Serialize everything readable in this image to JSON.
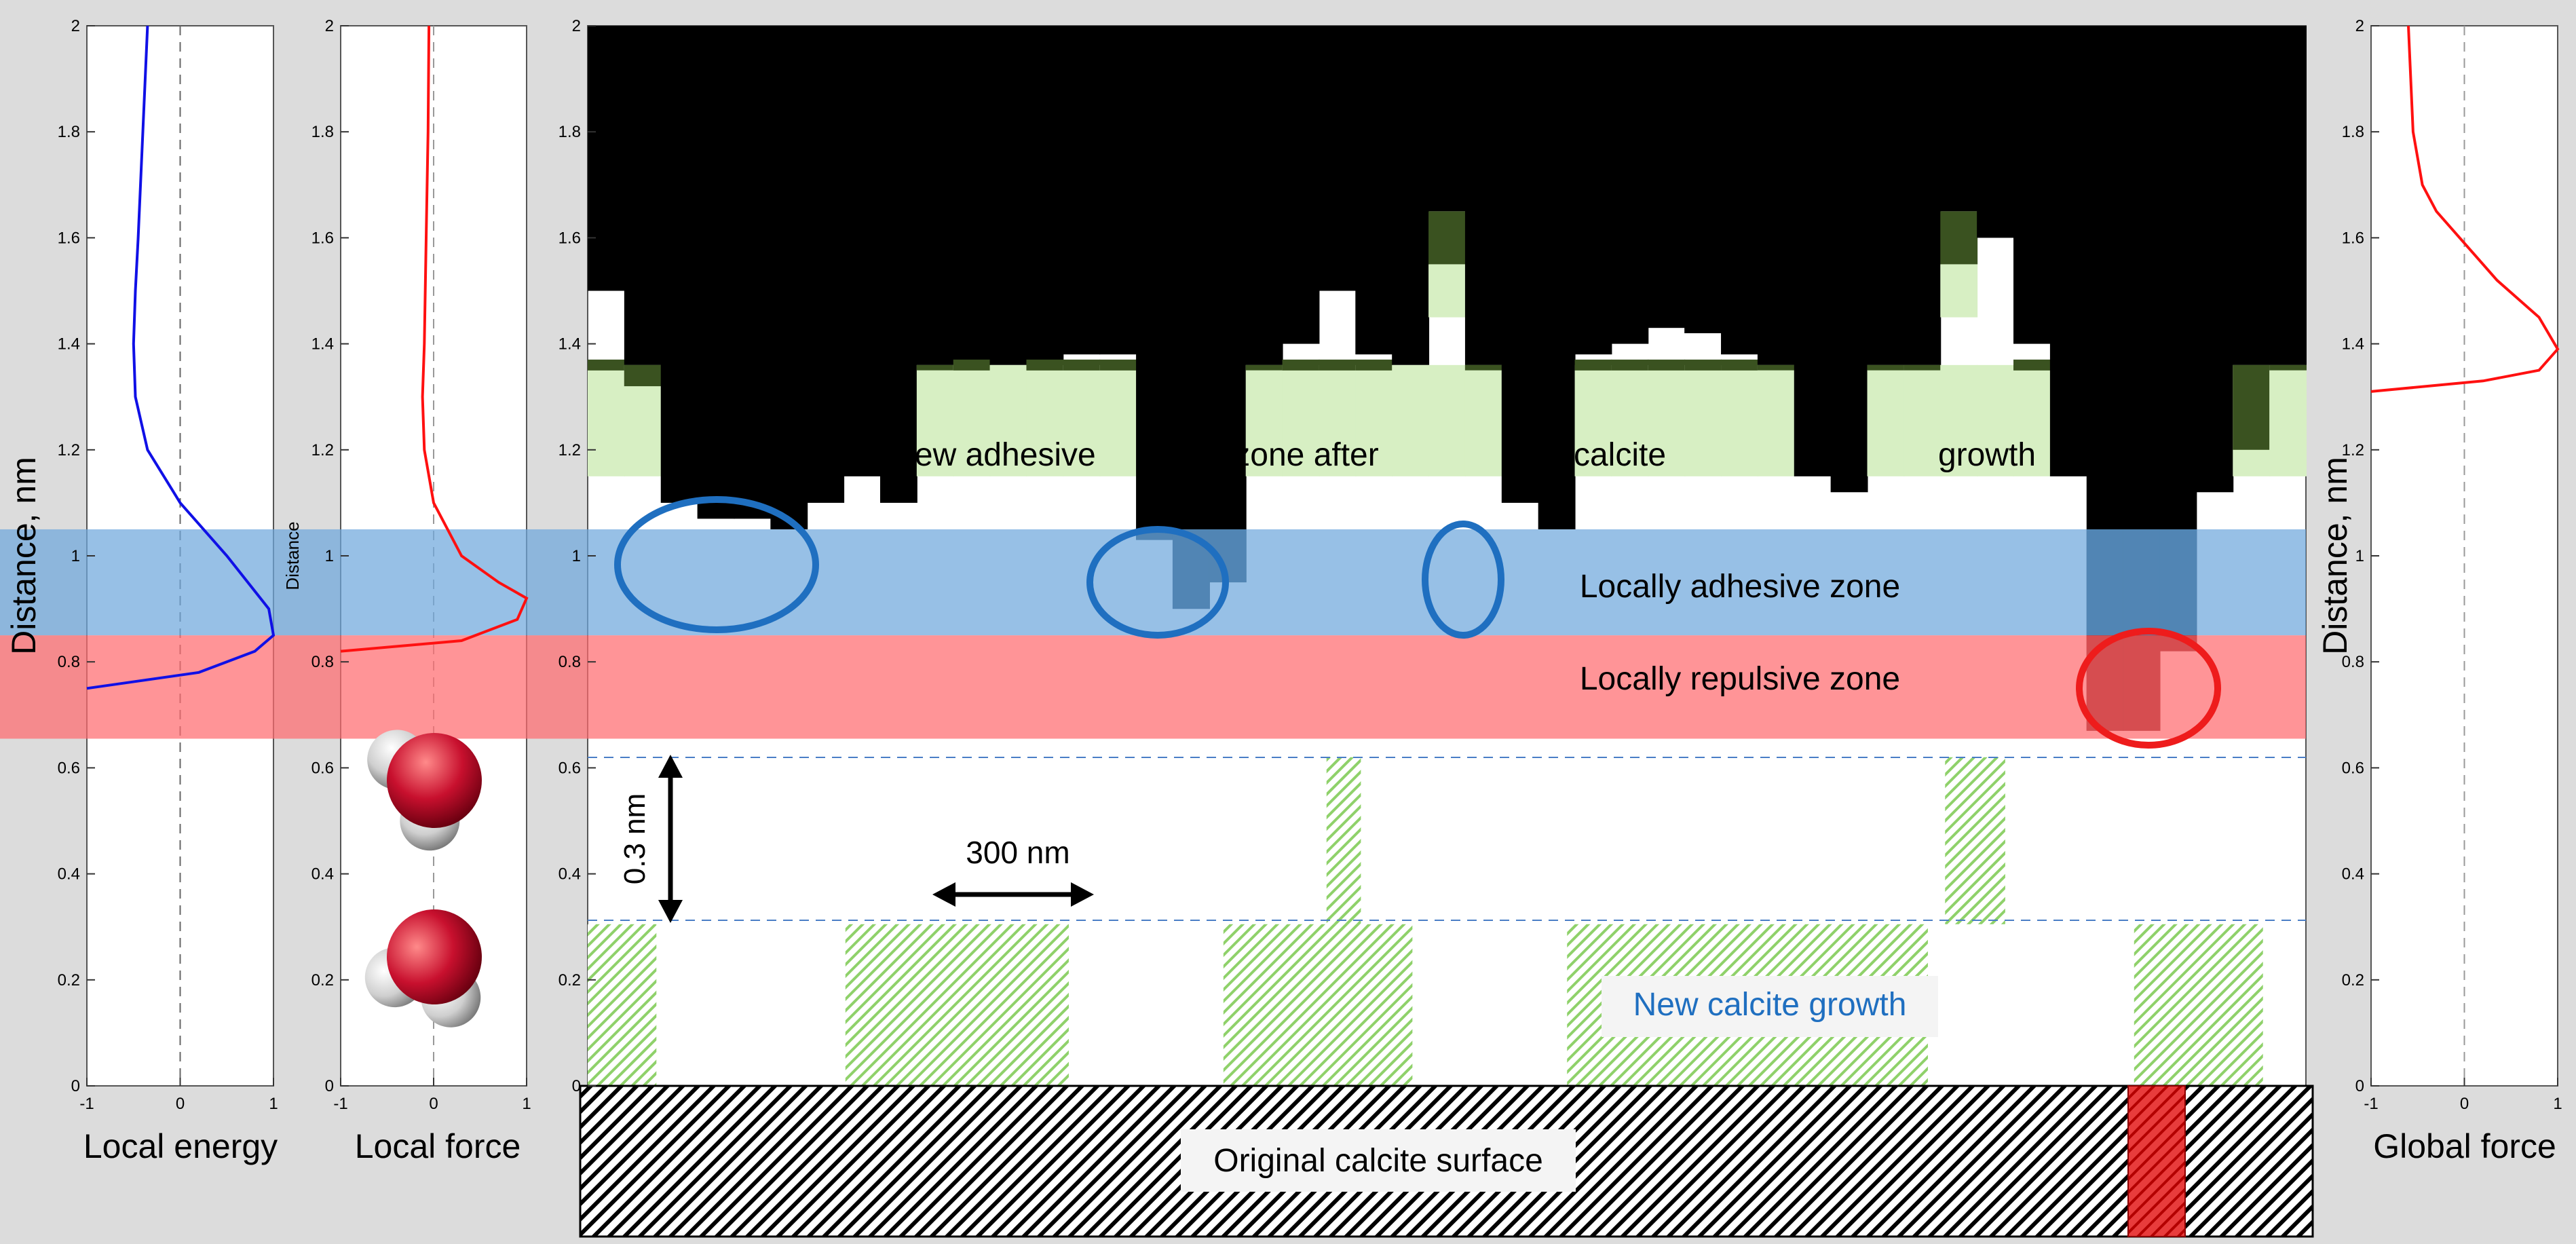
{
  "ticks": {
    "y": [
      "0",
      "0.2",
      "0.4",
      "0.6",
      "0.8",
      "1",
      "1.2",
      "1.4",
      "1.6",
      "1.8",
      "2"
    ],
    "y_values": [
      0,
      0.2,
      0.4,
      0.6,
      0.8,
      1,
      1.2,
      1.4,
      1.6,
      1.8,
      2
    ],
    "x": [
      "-1",
      "0",
      "1"
    ],
    "x_values": [
      -1,
      0,
      1
    ]
  },
  "labels": {
    "ylabel": "Distance, nm",
    "ylabel_small": "Distance",
    "ylabel_right": "Distance, nm",
    "local_energy": "Local energy",
    "local_force": "Local force",
    "global_force": "Global force"
  },
  "annotations": {
    "new_adhesive": "New adhesive",
    "zone_after": "zone after",
    "calcite": "calcite",
    "growth": "growth",
    "adhesive_zone": "Locally adhesive zone",
    "repulsive_zone": "Locally repulsive zone",
    "scale_v": "0.3 nm",
    "scale_h": "300 nm",
    "new_growth": "New calcite growth",
    "original_surface": "Original calcite surface"
  },
  "colors": {
    "adhesive_band": "#6fa8dc",
    "repulsive_band": "#ff6b6f",
    "light_green": "#d7efc3",
    "dark_green": "#3a5220",
    "navy": "#042c4e",
    "dark_red": "#6b0000",
    "energy_curve": "#1010e6",
    "force_curve": "#ff1010",
    "blue_text": "#1f6fc0",
    "red_bar": "#e83c3c"
  },
  "bands": {
    "adhesive": [
      0.85,
      1.05
    ],
    "repulsive": [
      0.655,
      0.85
    ]
  },
  "chart_data": [
    {
      "type": "line",
      "xlabel": "Local energy",
      "ylabel": "Distance, nm",
      "xlim": [
        -1,
        1
      ],
      "ylim": [
        0,
        2
      ],
      "series": [
        {
          "x": [
            -0.35,
            -0.4,
            -0.45,
            -0.48,
            -0.5,
            -0.48,
            -0.35,
            0,
            0.5,
            0.95,
            1.0,
            0.8,
            0.2,
            -1.0
          ],
          "y": [
            2.0,
            1.8,
            1.6,
            1.5,
            1.4,
            1.3,
            1.2,
            1.1,
            1.0,
            0.9,
            0.85,
            0.82,
            0.78,
            0.75
          ]
        }
      ]
    },
    {
      "type": "line",
      "xlabel": "Local force",
      "ylabel": "Distance",
      "xlim": [
        -1,
        1
      ],
      "ylim": [
        0,
        2
      ],
      "series": [
        {
          "x": [
            -0.05,
            -0.06,
            -0.08,
            -0.1,
            -0.12,
            -0.1,
            0,
            0.3,
            0.7,
            1.0,
            0.9,
            0.3,
            -1.0
          ],
          "y": [
            2.0,
            1.8,
            1.6,
            1.4,
            1.3,
            1.2,
            1.1,
            1.0,
            0.95,
            0.92,
            0.88,
            0.84,
            0.82
          ]
        }
      ]
    },
    {
      "type": "line",
      "xlabel": "Global force",
      "ylabel": "Distance, nm",
      "xlim": [
        -1,
        1
      ],
      "ylim": [
        0,
        2
      ],
      "series": [
        {
          "x": [
            -0.6,
            -0.55,
            -0.45,
            -0.3,
            -0.05,
            0.35,
            0.8,
            1.0,
            0.8,
            0.2,
            -1.0
          ],
          "y": [
            2.0,
            1.8,
            1.7,
            1.65,
            1.6,
            1.52,
            1.45,
            1.39,
            1.35,
            1.33,
            1.31
          ]
        }
      ]
    }
  ],
  "heights": [
    1.5,
    1.32,
    1.1,
    1.07,
    1.07,
    1.05,
    1.1,
    1.15,
    1.1,
    1.35,
    1.37,
    1.36,
    1.37,
    1.38,
    1.38,
    1.03,
    0.9,
    0.95,
    1.35,
    1.4,
    1.5,
    1.38,
    1.36,
    1.65,
    1.35,
    1.1,
    1.05,
    1.38,
    1.4,
    1.43,
    1.42,
    1.38,
    1.35,
    1.15,
    1.12,
    1.35,
    1.35,
    1.65,
    1.6,
    1.4,
    1.15,
    0.67,
    0.67,
    0.82,
    1.12,
    1.2,
    1.35
  ],
  "growth_regions": [
    [
      0,
      0.8
    ],
    [
      3,
      5.6
    ],
    [
      7.4,
      9.6
    ],
    [
      11.4,
      15.6
    ],
    [
      18,
      19.5
    ]
  ]
}
